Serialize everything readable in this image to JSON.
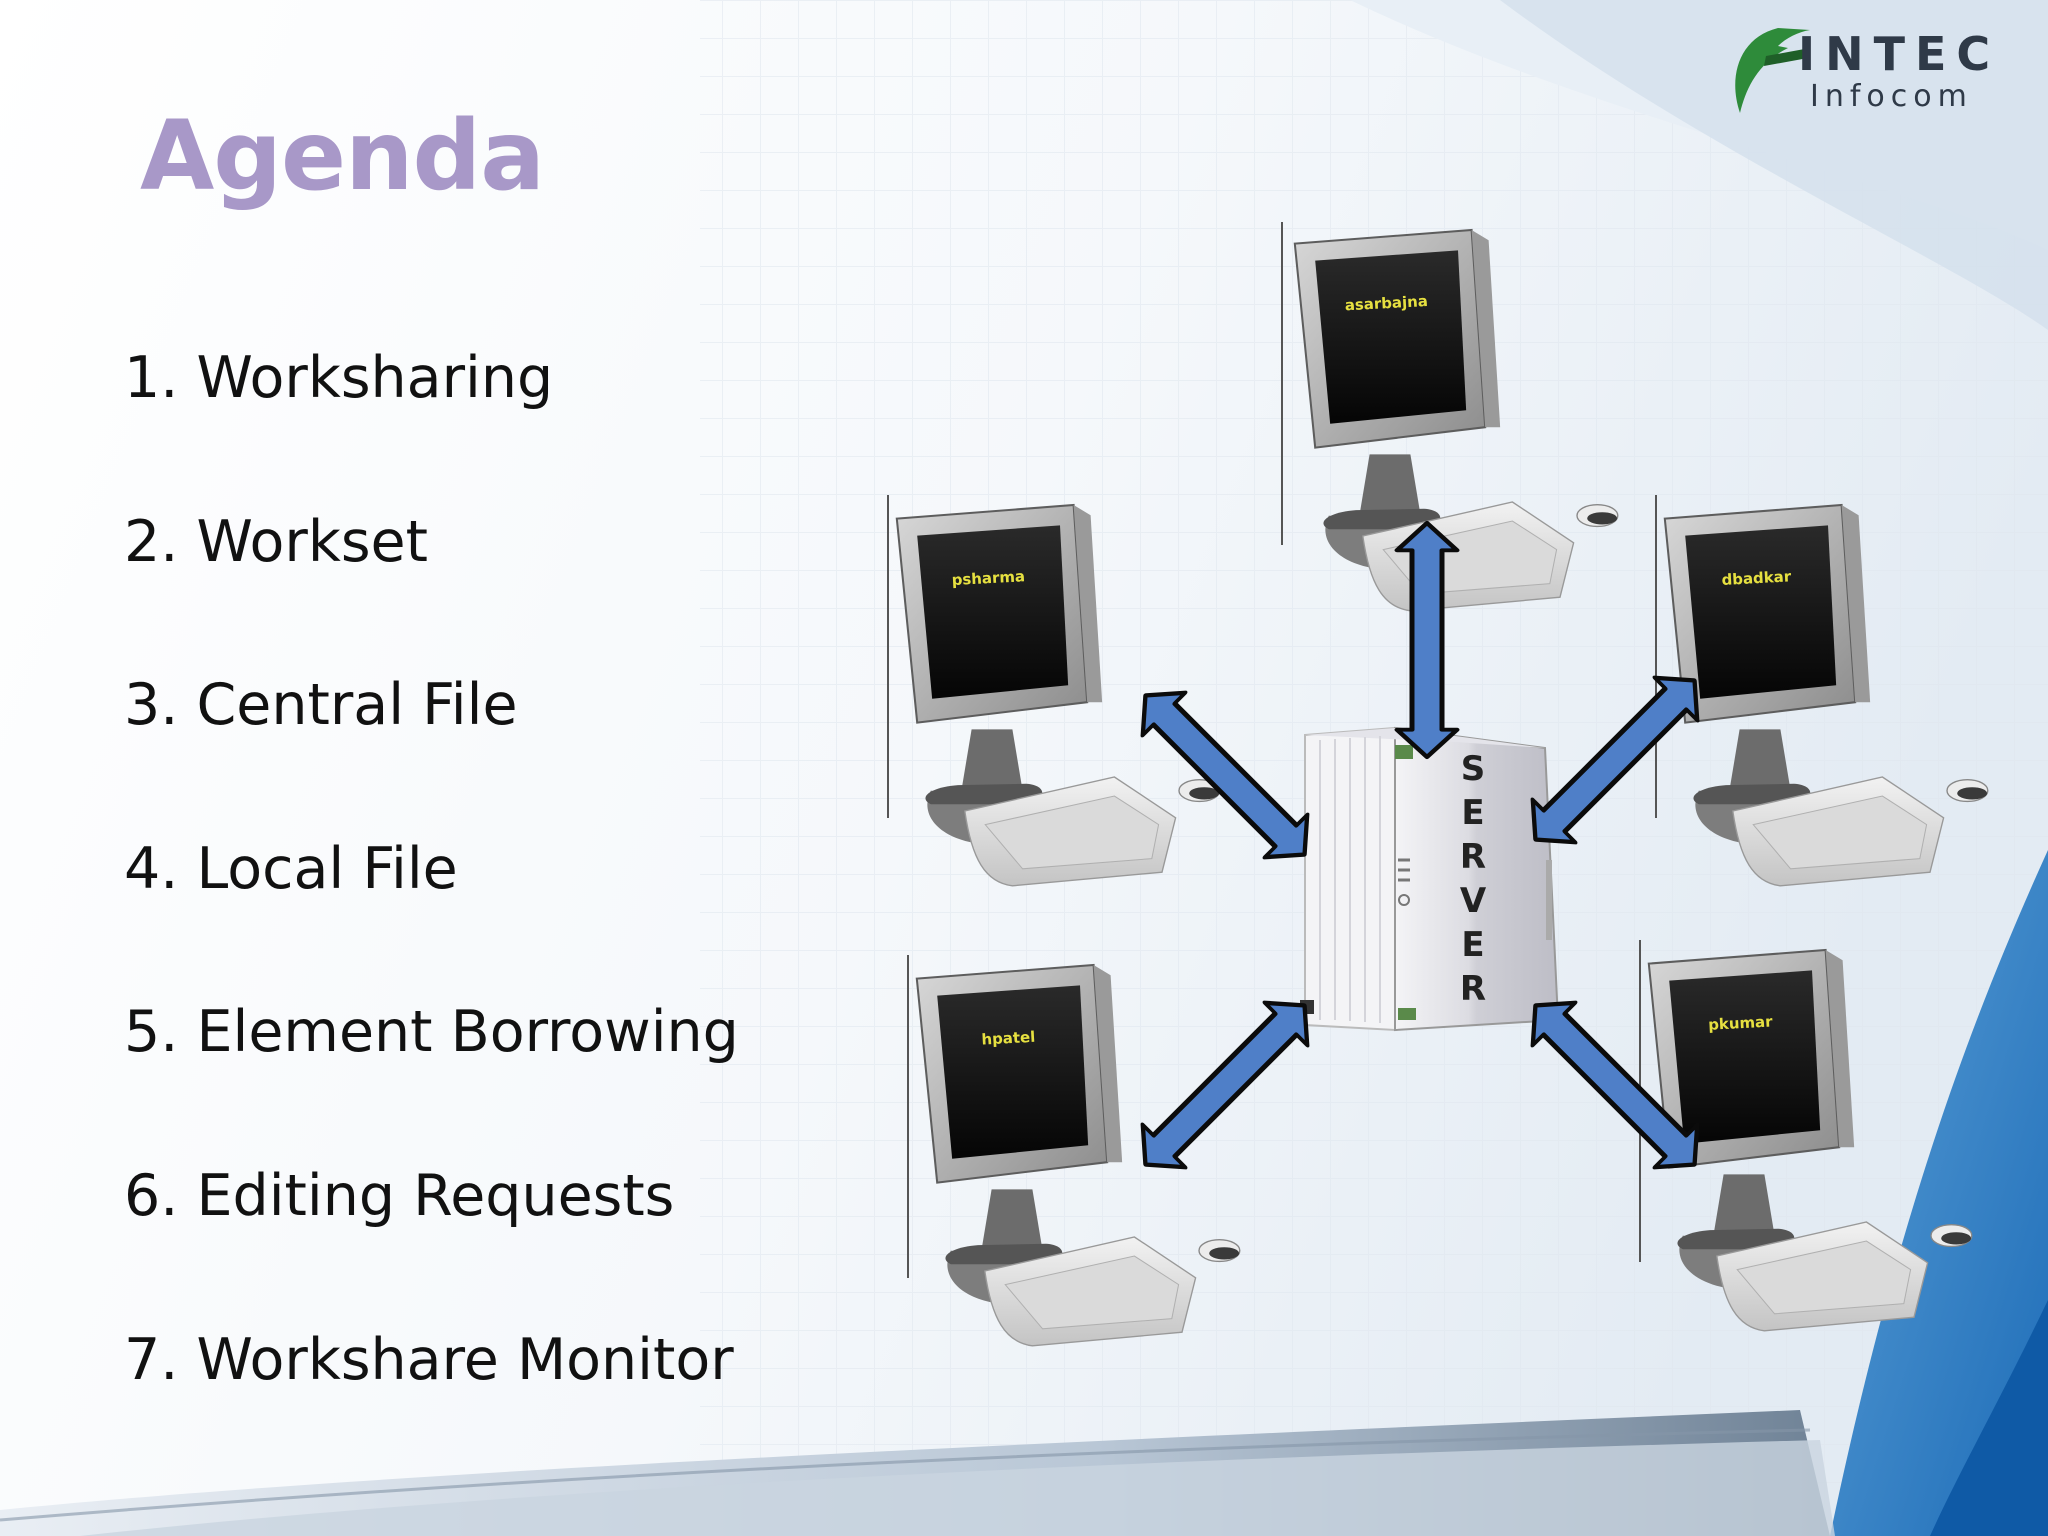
{
  "slide": {
    "title": "Agenda",
    "title_color": "#a898c8"
  },
  "logo": {
    "line1": "INTEC",
    "line2": "Infocom",
    "color": "#2f3a48",
    "swoosh_color": "#2e8b3a"
  },
  "agenda": [
    "1. Worksharing",
    "2. Workset",
    "3. Central File",
    "4. Local File",
    "5. Element Borrowing",
    "6. Editing Requests",
    "7. Workshare Monitor"
  ],
  "diagram": {
    "server_label": [
      "S",
      "E",
      "R",
      "V",
      "E",
      "R"
    ],
    "arrow_color": "#4f7fc8",
    "screen_text_color": "#e6e040",
    "workstations": [
      "asarbajna",
      "psharma",
      "dbadkar",
      "hpatel",
      "pkumar"
    ]
  }
}
